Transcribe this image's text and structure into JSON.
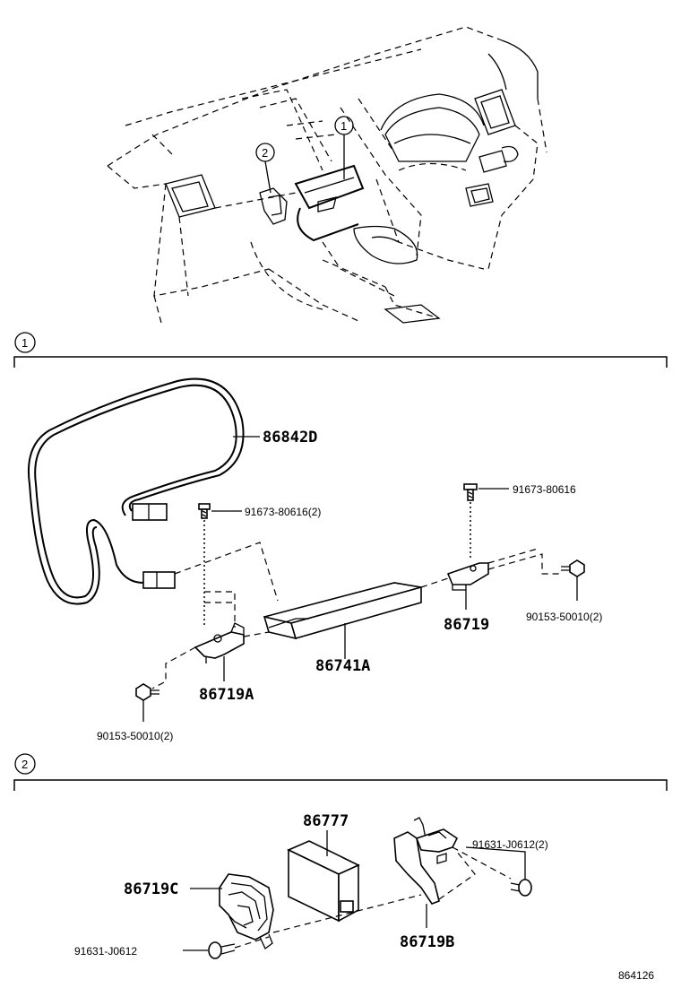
{
  "sections": [
    {
      "number": "1"
    },
    {
      "number": "2"
    }
  ],
  "overview": {
    "callout_1": "1",
    "callout_2": "2"
  },
  "parts": {
    "p86842D": "86842D",
    "p91673_80616_2": "91673-80616(2)",
    "p91673_80616": "91673-80616",
    "p86719": "86719",
    "p90153_50010_2_right": "90153-50010(2)",
    "p86741A": "86741A",
    "p86719A": "86719A",
    "p90153_50010_2_left": "90153-50010(2)",
    "p86777": "86777",
    "p91631_J0612_2": "91631-J0612(2)",
    "p86719C": "86719C",
    "p91631_J0612": "91631-J0612",
    "p86719B": "86719B"
  },
  "figure_code": "864126"
}
